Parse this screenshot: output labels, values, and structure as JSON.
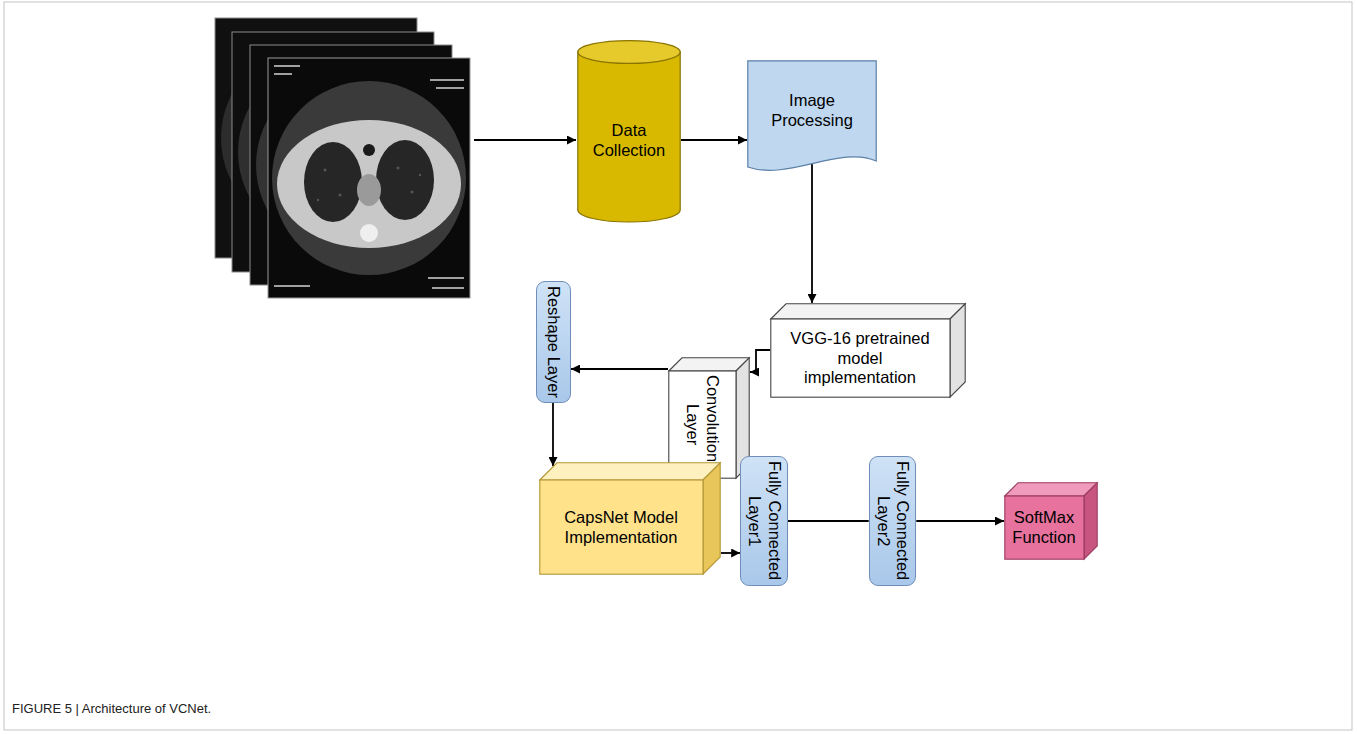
{
  "diagram": {
    "caption": "FIGURE 5 | Architecture of VCNet.",
    "nodes": [
      {
        "text": [
          "Data Collection"
        ]
      },
      {
        "text": [
          "Image Processing"
        ]
      },
      {
        "text": [
          "VGG-16 pretrained model implementation"
        ]
      },
      {
        "text": [
          "Convolutional Layer"
        ]
      },
      {
        "text": [
          "Reshape Layer"
        ]
      },
      {
        "text": [
          "CapsNet Model Implementation"
        ]
      },
      {
        "text": [
          "Fully Connected Layer1"
        ]
      },
      {
        "text": [
          "Fully Connected Layer2"
        ]
      },
      {
        "text": [
          "SoftMax Function"
        ]
      }
    ],
    "edges": [
      {
        "from": 0,
        "to": 1,
        "arrow": "to"
      },
      {
        "from": 1,
        "to": 2,
        "arrow": "to"
      },
      {
        "from": 2,
        "to": 3,
        "arrow": "to"
      },
      {
        "from": 3,
        "to": 4,
        "arrow": "to"
      },
      {
        "from": 4,
        "to": 5,
        "arrow": "to"
      },
      {
        "from": 5,
        "to": 6,
        "arrow": "to"
      },
      {
        "from": 6,
        "to": 7,
        "arrow": "none"
      },
      {
        "from": 7,
        "to": 8,
        "arrow": "to"
      }
    ]
  }
}
